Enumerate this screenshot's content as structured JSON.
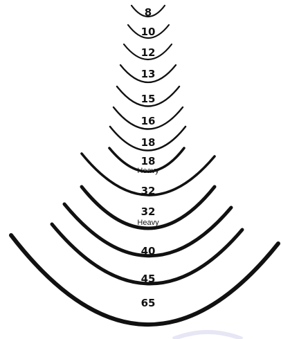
{
  "needles": [
    {
      "id": "needle-8",
      "size": "8",
      "sub": ""
    },
    {
      "id": "needle-10",
      "size": "10",
      "sub": ""
    },
    {
      "id": "needle-12",
      "size": "12",
      "sub": ""
    },
    {
      "id": "needle-13",
      "size": "13",
      "sub": ""
    },
    {
      "id": "needle-15",
      "size": "15",
      "sub": ""
    },
    {
      "id": "needle-16",
      "size": "16",
      "sub": ""
    },
    {
      "id": "needle-18",
      "size": "18",
      "sub": ""
    },
    {
      "id": "needle-18-heavy",
      "size": "18",
      "sub": "Heavy"
    },
    {
      "id": "needle-32",
      "size": "32",
      "sub": ""
    },
    {
      "id": "needle-32-heavy",
      "size": "32",
      "sub": "Heavy"
    },
    {
      "id": "needle-40",
      "size": "40",
      "sub": ""
    },
    {
      "id": "needle-45",
      "size": "45",
      "sub": ""
    },
    {
      "id": "needle-65",
      "size": "65",
      "sub": ""
    }
  ],
  "colors": {
    "arc": "#111111",
    "label": "#111111",
    "watermark": "#e6e6f5"
  }
}
